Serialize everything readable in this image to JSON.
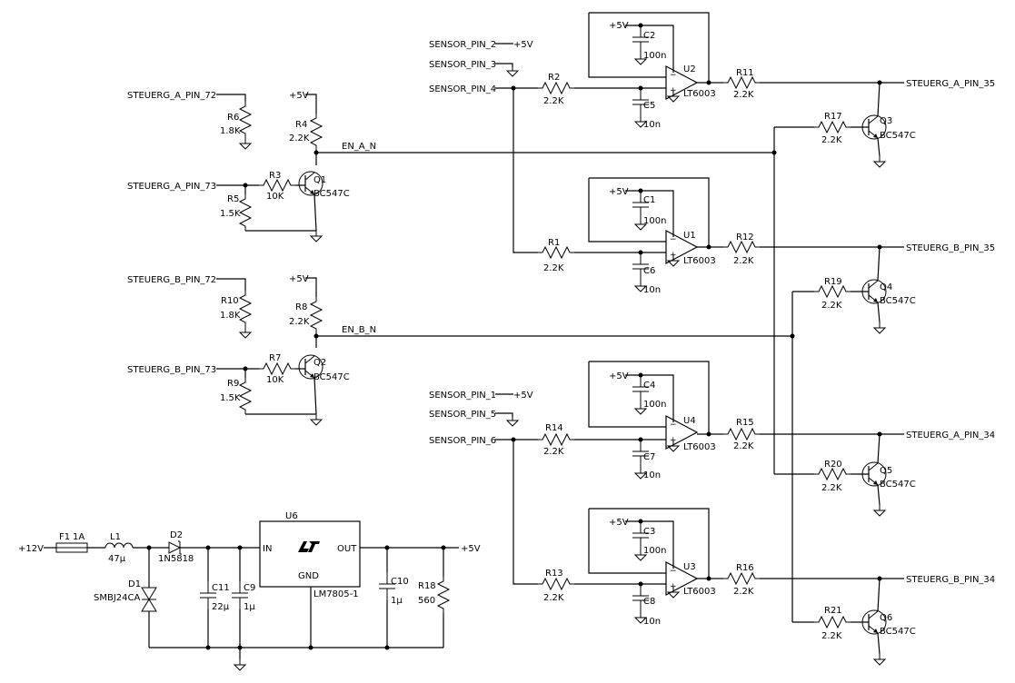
{
  "nets": {
    "sensor_pin_2": "SENSOR_PIN_2",
    "sensor_pin_3": "SENSOR_PIN_3",
    "sensor_pin_4": "SENSOR_PIN_4",
    "sensor_pin_1": "SENSOR_PIN_1",
    "sensor_pin_5": "SENSOR_PIN_5",
    "sensor_pin_6": "SENSOR_PIN_6",
    "steuerg_a_72": "STEUERG_A_PIN_72",
    "steuerg_a_73": "STEUERG_A_PIN_73",
    "steuerg_b_72": "STEUERG_B_PIN_72",
    "steuerg_b_73": "STEUERG_B_PIN_73",
    "steuerg_a_35": "STEUERG_A_PIN_35",
    "steuerg_b_35": "STEUERG_B_PIN_35",
    "steuerg_a_34": "STEUERG_A_PIN_34",
    "steuerg_b_34": "STEUERG_B_PIN_34",
    "en_a": "EN_A_N",
    "en_b": "EN_B_N",
    "v5": "+5V",
    "v12": "+12V"
  },
  "parts": {
    "r1": {
      "ref": "R1",
      "val": "2.2K"
    },
    "r2": {
      "ref": "R2",
      "val": "2.2K"
    },
    "r3": {
      "ref": "R3",
      "val": "10K"
    },
    "r4": {
      "ref": "R4",
      "val": "2.2K"
    },
    "r5": {
      "ref": "R5",
      "val": "1.5K"
    },
    "r6": {
      "ref": "R6",
      "val": "1.8K"
    },
    "r7": {
      "ref": "R7",
      "val": "10K"
    },
    "r8": {
      "ref": "R8",
      "val": "2.2K"
    },
    "r9": {
      "ref": "R9",
      "val": "1.5K"
    },
    "r10": {
      "ref": "R10",
      "val": "1.8K"
    },
    "r11": {
      "ref": "R11",
      "val": "2.2K"
    },
    "r12": {
      "ref": "R12",
      "val": "2.2K"
    },
    "r13": {
      "ref": "R13",
      "val": "2.2K"
    },
    "r14": {
      "ref": "R14",
      "val": "2.2K"
    },
    "r15": {
      "ref": "R15",
      "val": "2.2K"
    },
    "r16": {
      "ref": "R16",
      "val": "2.2K"
    },
    "r17": {
      "ref": "R17",
      "val": "2.2K"
    },
    "r18": {
      "ref": "R18",
      "val": "560"
    },
    "r19": {
      "ref": "R19",
      "val": "2.2K"
    },
    "r20": {
      "ref": "R20",
      "val": "2.2K"
    },
    "r21": {
      "ref": "R21",
      "val": "2.2K"
    },
    "c1": {
      "ref": "C1",
      "val": "100n"
    },
    "c2": {
      "ref": "C2",
      "val": "100n"
    },
    "c3": {
      "ref": "C3",
      "val": "100n"
    },
    "c4": {
      "ref": "C4",
      "val": "100n"
    },
    "c5": {
      "ref": "C5",
      "val": "10n"
    },
    "c6": {
      "ref": "C6",
      "val": "10n"
    },
    "c7": {
      "ref": "C7",
      "val": "10n"
    },
    "c8": {
      "ref": "C8",
      "val": "10n"
    },
    "c9": {
      "ref": "C9",
      "val": "1µ"
    },
    "c10": {
      "ref": "C10",
      "val": "1µ"
    },
    "c11": {
      "ref": "C11",
      "val": "22µ"
    },
    "q1": {
      "ref": "Q1",
      "val": "BC547C"
    },
    "q2": {
      "ref": "Q2",
      "val": "BC547C"
    },
    "q3": {
      "ref": "Q3",
      "val": "BC547C"
    },
    "q4": {
      "ref": "Q4",
      "val": "BC547C"
    },
    "q5": {
      "ref": "Q5",
      "val": "BC547C"
    },
    "q6": {
      "ref": "Q6",
      "val": "BC547C"
    },
    "u1": {
      "ref": "U1",
      "val": "LT6003"
    },
    "u2": {
      "ref": "U2",
      "val": "LT6003"
    },
    "u3": {
      "ref": "U3",
      "val": "LT6003"
    },
    "u4": {
      "ref": "U4",
      "val": "LT6003"
    },
    "u6": {
      "ref": "U6",
      "val": "LM7805-1",
      "in": "IN",
      "out": "OUT",
      "gnd": "GND"
    },
    "f1": {
      "ref": "F1",
      "val": "1A"
    },
    "l1": {
      "ref": "L1",
      "val": "47µ"
    },
    "d1": {
      "ref": "D1",
      "val": "SMBJ24CA"
    },
    "d2": {
      "ref": "D2",
      "val": "1N5818"
    }
  }
}
